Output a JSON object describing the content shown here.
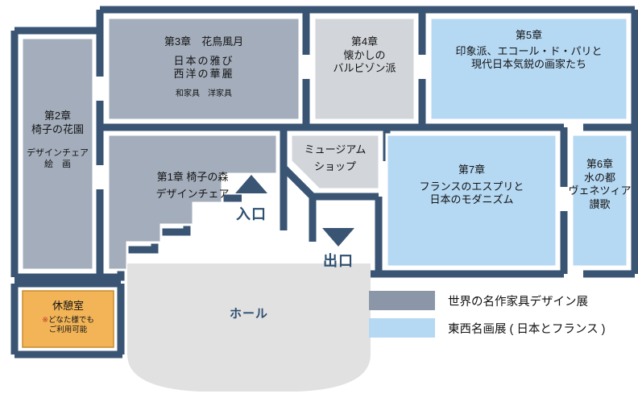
{
  "plan": {
    "title": "museum-floor-plan",
    "colors": {
      "wall": "#3a5574",
      "room_gray": "#a3adbb",
      "room_blue": "#b5d8f3",
      "room_lightgray": "#d2d5da",
      "hall": "#e1e1e1",
      "rest_orange": "#f2b457",
      "rest_border": "#c98b2e",
      "text_dark": "#141414",
      "text_navy": "#2e4f70",
      "mark_red": "#c0392b",
      "room_outline": "#ffffff"
    }
  },
  "rooms": {
    "chapter2": {
      "title_lines": [
        "第2章",
        "椅子の花園"
      ],
      "sub_lines": [
        "デザインチェア",
        "絵　画"
      ],
      "fill": "room_gray"
    },
    "chapter3": {
      "title_lines": [
        "第3章　花鳥風月"
      ],
      "sub_lines": [
        "日本の雅び",
        "西洋の華麗"
      ],
      "small_lines": [
        "和家具　洋家具"
      ],
      "fill": "room_gray"
    },
    "chapter4": {
      "title_lines": [
        "第4章",
        "懐かしの",
        "バルビゾン派"
      ],
      "fill": "room_lightgray"
    },
    "chapter5": {
      "title_lines": [
        "第5章",
        "印象派、エコール・ド・パリと",
        "現代日本気鋭の画家たち"
      ],
      "fill": "room_blue"
    },
    "chapter1": {
      "title_lines": [
        "第1章 椅子の森",
        "デザインチェア"
      ],
      "fill": "room_gray"
    },
    "museum_shop": {
      "title_lines": [
        "ミュージアム",
        "ショップ"
      ],
      "fill": "room_lightgray"
    },
    "chapter7": {
      "title_lines": [
        "第7章",
        "フランスのエスプリと",
        "日本のモダニズム"
      ],
      "fill": "room_blue"
    },
    "chapter6": {
      "title_lines": [
        "第6章",
        "水の都",
        "ヴェネツィア",
        "讃歌"
      ],
      "fill": "room_blue"
    },
    "rest_room": {
      "title": "休憩室",
      "note_mark": "※",
      "note_lines": [
        "どなた様でも",
        "ご利用可能"
      ],
      "fill": "rest_orange"
    },
    "hall": {
      "title": "ホール",
      "fill": "hall"
    }
  },
  "doors": {
    "entrance": {
      "label": "入口",
      "arrow": "up"
    },
    "exit": {
      "label": "出口",
      "arrow": "down"
    }
  },
  "legend": {
    "items": [
      {
        "swatch_color": "#8b97a8",
        "label": "世界の名作家具デザイン展"
      },
      {
        "swatch_color": "#b5d8f3",
        "label": "東西名画展 ( 日本とフランス )"
      }
    ]
  }
}
